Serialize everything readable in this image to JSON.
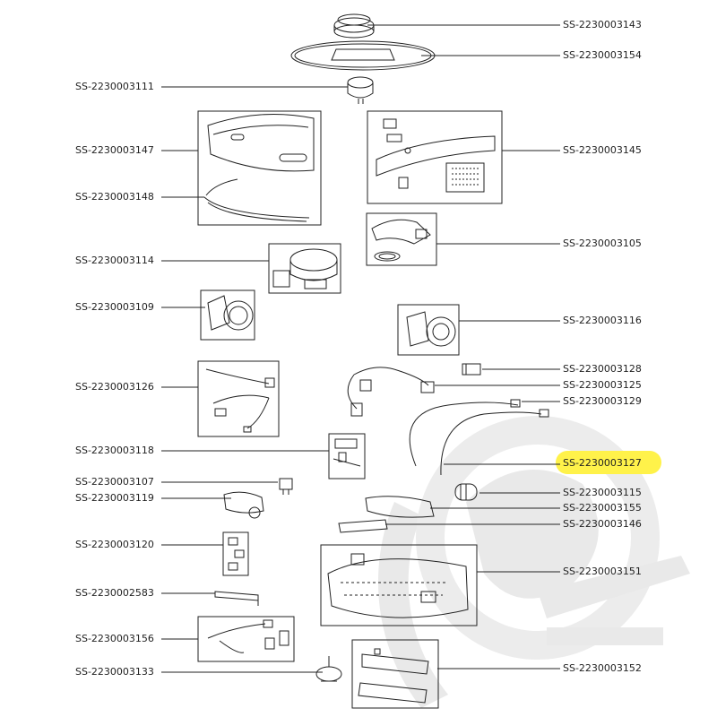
{
  "labels_left": [
    "SS-2230003111",
    "SS-2230003147",
    "SS-2230003148",
    "SS-2230003114",
    "SS-2230003109",
    "SS-2230003126",
    "SS-2230003118",
    "SS-2230003107",
    "SS-2230003119",
    "SS-2230003120",
    "SS-2230002583",
    "SS-2230003156",
    "SS-2230003133"
  ],
  "labels_right": [
    "SS-2230003143",
    "SS-2230003154",
    "SS-2230003145",
    "SS-2230003105",
    "SS-2230003116",
    "SS-2230003128",
    "SS-2230003125",
    "SS-2230003129",
    "SS-2230003127",
    "SS-2230003115",
    "SS-2230003155",
    "SS-2230003146",
    "SS-2230003151",
    "SS-2230003152"
  ],
  "highlighted_label": "SS-2230003127",
  "colors": {
    "highlight": "#fff24a",
    "line": "#222222",
    "watermark": "#e6e6e6"
  }
}
